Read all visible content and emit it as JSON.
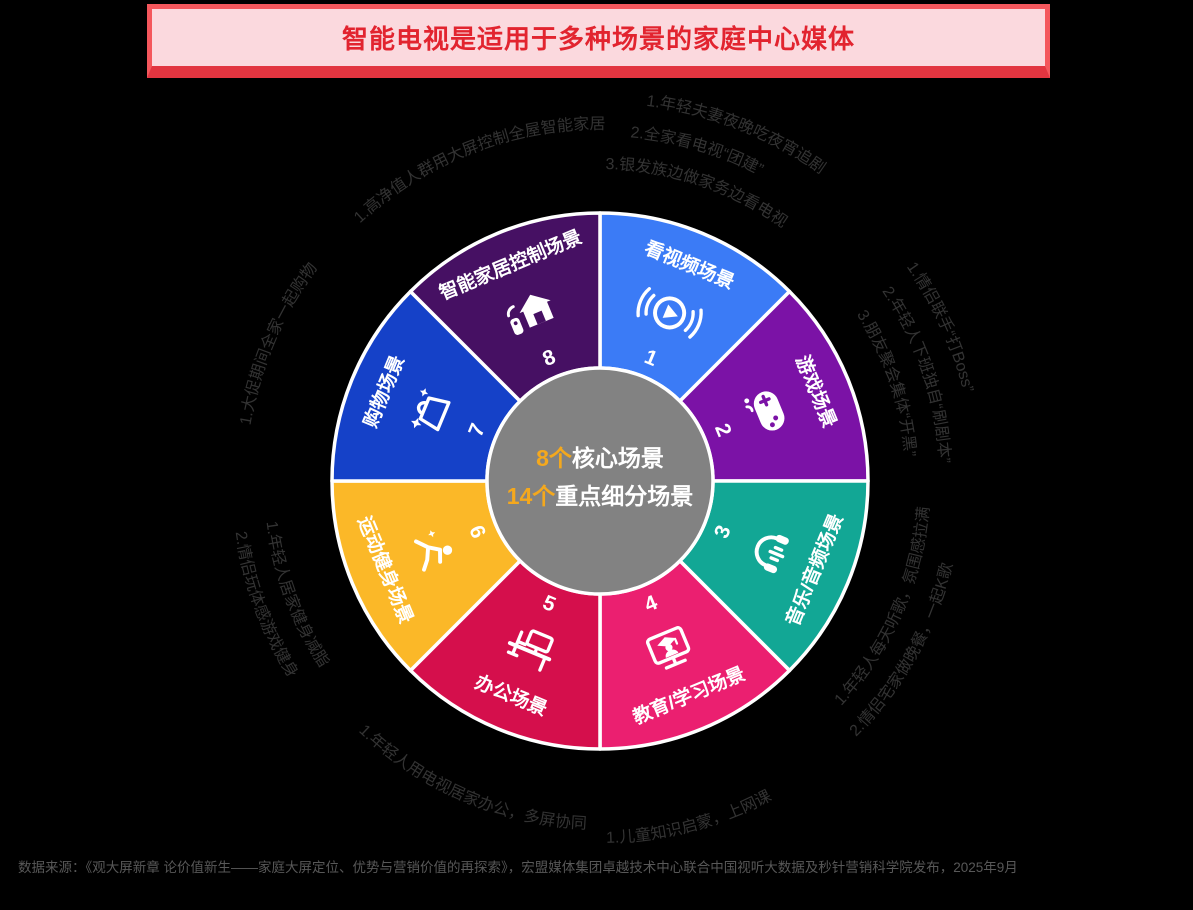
{
  "title": {
    "text": "智能电视是适用于多种场景的家庭中心媒体"
  },
  "center": {
    "circle_color": "#828282",
    "highlight_color": "#F4A81D",
    "stat1": {
      "value": "8个",
      "label": "核心场景"
    },
    "stat2": {
      "value": "14个",
      "label": "重点细分场景"
    }
  },
  "wheel": {
    "segments": [
      {
        "id": "video",
        "number": "1",
        "label": "看视频场景",
        "color": "#3B7BF6",
        "icon": "video-play-icon",
        "annotations": [
          "1.年轻夫妻夜晚吃夜宵追剧",
          "2.全家看电视“团建”",
          "3.银发族边做家务边看电视"
        ]
      },
      {
        "id": "gaming",
        "number": "2",
        "label": "游戏场景",
        "color": "#7B12A6",
        "icon": "gamepad-icon",
        "annotations": [
          "1.情侣联手“打Boss”",
          "2.年轻人下班独自“刷剧本”",
          "3.朋友聚会集体“开黑”"
        ]
      },
      {
        "id": "music-audio",
        "number": "3",
        "label": "音乐/音频场景",
        "color": "#12A795",
        "icon": "music-audio-icon",
        "annotations": [
          "1.年轻人每天听歌，氛围感拉满",
          "2.情侣宅家做晚餐，一起K歌"
        ]
      },
      {
        "id": "education",
        "number": "4",
        "label": "教育/学习场景",
        "color": "#EB1F70",
        "icon": "education-icon",
        "annotations": [
          "1.儿童知识启蒙，上网课"
        ]
      },
      {
        "id": "office",
        "number": "5",
        "label": "办公场景",
        "color": "#D50F4C",
        "icon": "office-desk-icon",
        "annotations": [
          "1.年轻人用电视居家办公，多屏协同"
        ]
      },
      {
        "id": "fitness",
        "number": "6",
        "label": "运动健身场景",
        "color": "#FBB828",
        "icon": "fitness-icon",
        "annotations": [
          "1.年轻人居家健身减脂",
          "2.情侣玩体感游戏健身"
        ]
      },
      {
        "id": "shopping",
        "number": "7",
        "label": "购物场景",
        "color": "#1541C8",
        "icon": "shopping-icon",
        "annotations": [
          "1.大促期间全家一起购物"
        ]
      },
      {
        "id": "smart-home",
        "number": "8",
        "label": "智能家居控制场景",
        "color": "#461063",
        "icon": "smart-home-icon",
        "annotations": [
          "1.高净值人群用大屏控制全屋智能家居"
        ]
      }
    ]
  },
  "source": {
    "text": "数据来源：《观大屏新章 论价值新生——家庭大屏定位、优势与营销价值的再探索》，宏盟媒体集团卓越技术中心联合中国视听大数据及秒针营销科学院发布，2025年9月"
  }
}
